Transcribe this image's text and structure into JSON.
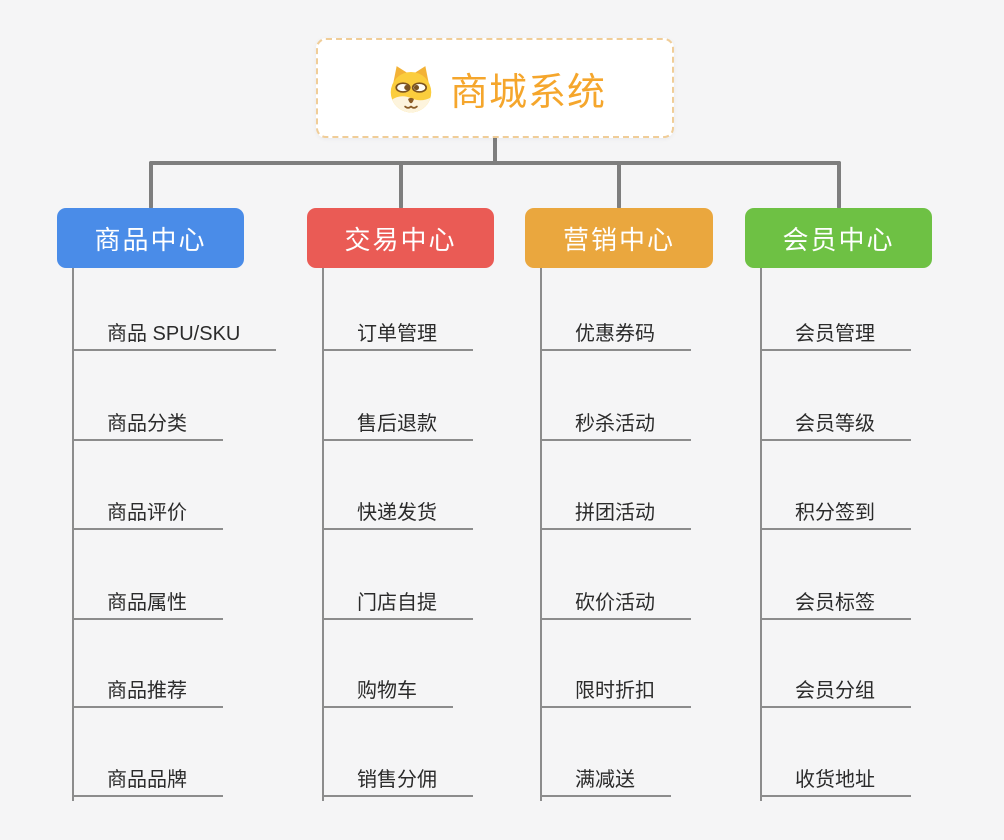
{
  "canvas": {
    "background": "#f5f5f6",
    "connector_color": "#7e7e7e",
    "line_color": "#8c8c8c"
  },
  "root": {
    "title": "商城系统",
    "icon": "doge-icon",
    "title_color": "#f5a62c",
    "border_color": "#f0cd98"
  },
  "branches": [
    {
      "id": "product-center",
      "label": "商品中心",
      "color": "#4a8ce8",
      "items": [
        "商品 SPU/SKU",
        "商品分类",
        "商品评价",
        "商品属性",
        "商品推荐",
        "商品品牌"
      ]
    },
    {
      "id": "trade-center",
      "label": "交易中心",
      "color": "#ea5b55",
      "items": [
        "订单管理",
        "售后退款",
        "快递发货",
        "门店自提",
        "购物车",
        "销售分佣"
      ]
    },
    {
      "id": "marketing-center",
      "label": "营销中心",
      "color": "#eaa73e",
      "items": [
        "优惠券码",
        "秒杀活动",
        "拼团活动",
        "砍价活动",
        "限时折扣",
        "满减送"
      ]
    },
    {
      "id": "member-center",
      "label": "会员中心",
      "color": "#6ec144",
      "items": [
        "会员管理",
        "会员等级",
        "积分签到",
        "会员标签",
        "会员分组",
        "收货地址"
      ]
    }
  ]
}
